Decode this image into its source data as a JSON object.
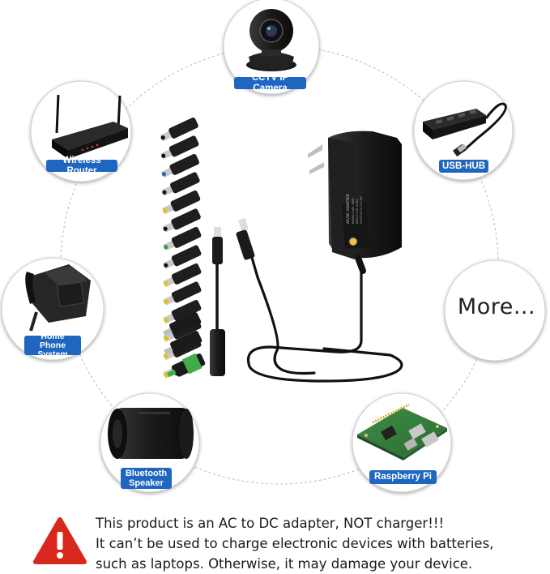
{
  "devices": {
    "cctv": "CCTV IP Camera",
    "usb_hub": "USB-HUB",
    "more": "More...",
    "raspberry": "Raspberry Pi",
    "speaker": "Bluetooth\nSpeaker",
    "home_phone": "Home Phone\nSystem",
    "router": "Wireless Router"
  },
  "adapter_printed": {
    "line1": "AC/DC ADAPTER",
    "line2": "MODEL NO: 36W",
    "line3": "INPUT:100-240V",
    "line4": "OUTPUT:3-12V DC"
  },
  "warning": {
    "line1": "This product is an AC to DC adapter, NOT charger!!!",
    "line2": "It can’t be used to charge electronic devices with batteries,",
    "line3": "such as laptops. Otherwise, it may damage your device."
  },
  "colors": {
    "label_blue": "#1f66c1",
    "warning_red": "#d8281e"
  },
  "icons": [
    "camera-icon",
    "router-icon",
    "usb-hub-icon",
    "phone-icon",
    "speaker-icon",
    "raspberry-pi-board-icon",
    "power-adapter-icon",
    "warning-icon"
  ]
}
